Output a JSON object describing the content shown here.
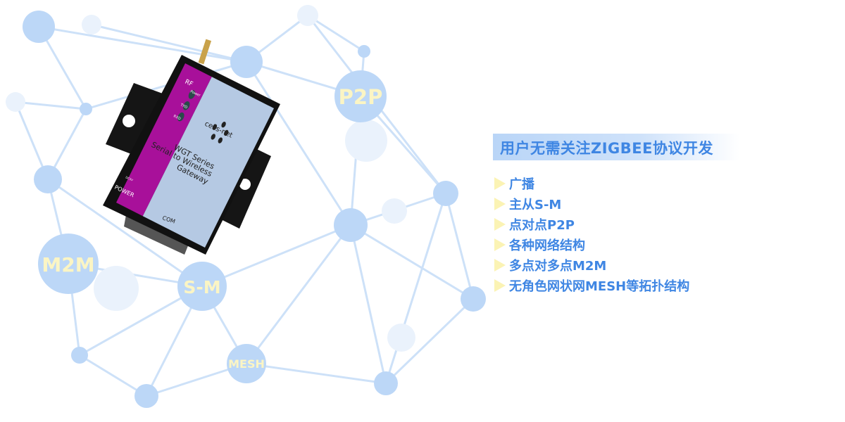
{
  "network": {
    "nodes": [
      "P2P",
      "M2M",
      "S-M",
      "MESH"
    ],
    "node_color": "#bcd7f7",
    "line_color": "#c9dff8",
    "label_color": "#fbf5c4"
  },
  "device": {
    "rf": "RF",
    "led_power": "Power",
    "led_txd": "TXD",
    "led_rxd": "RXD",
    "brand": "cells-net",
    "series": "WGT Series",
    "line2": "Serial to Wireless",
    "line3": "Gateway",
    "dc": "DC5V",
    "power": "POWER",
    "com": "COM",
    "accent": "#a8109a"
  },
  "panel": {
    "headline": "用户无需关注ZIGBEE协议开发",
    "features": [
      "广播",
      "主从S-M",
      "点对点P2P",
      "各种网络结构",
      "多点对多点M2M",
      "无角色网状网MESH等拓扑结构"
    ]
  }
}
